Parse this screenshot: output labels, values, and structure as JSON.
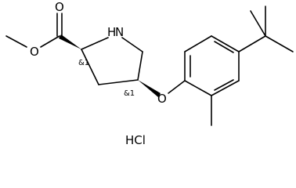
{
  "atoms": {
    "carbonyl_oxygen": "O",
    "ester_oxygen": "O",
    "ring_nitrogen": "N",
    "ring_nitrogen_hydrogen": "H",
    "ether_oxygen": "O"
  },
  "stereo_labels": {
    "c2": "&1",
    "c4": "&1"
  },
  "salt": "HCl"
}
